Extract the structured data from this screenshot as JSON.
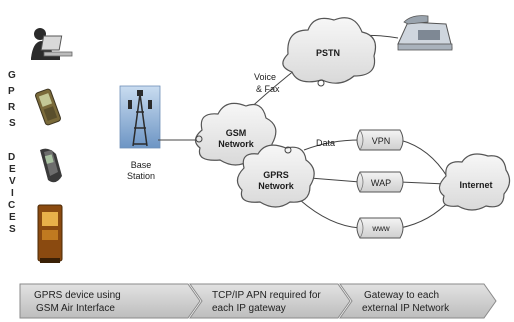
{
  "side_label": {
    "word1": [
      "G",
      "P",
      "R",
      "S"
    ],
    "word2": [
      "D",
      "E",
      "V",
      "I",
      "C",
      "E",
      "S"
    ]
  },
  "nodes": {
    "base_station": [
      "Base",
      "Station"
    ],
    "gsm": [
      "GSM",
      "Network"
    ],
    "gprs": [
      "GPRS",
      "Network"
    ],
    "pstn": "PSTN",
    "internet": "Internet",
    "vpn": "VPN",
    "wap": "WAP",
    "www": "www"
  },
  "edge_labels": {
    "voice_fax": [
      "Voice",
      "& Fax"
    ],
    "data": "Data"
  },
  "steps": [
    {
      "lines": [
        "GPRS device using",
        "GSM Air Interface"
      ]
    },
    {
      "lines": [
        "TCP/IP APN required for",
        "each IP gateway"
      ]
    },
    {
      "lines": [
        "Gateway  to each",
        "external IP Network"
      ]
    }
  ],
  "colors": {
    "cloud_fill": "#ececec",
    "cloud_stroke": "#555555",
    "arrow_fill": "#cfcfcf",
    "line": "#444444"
  }
}
